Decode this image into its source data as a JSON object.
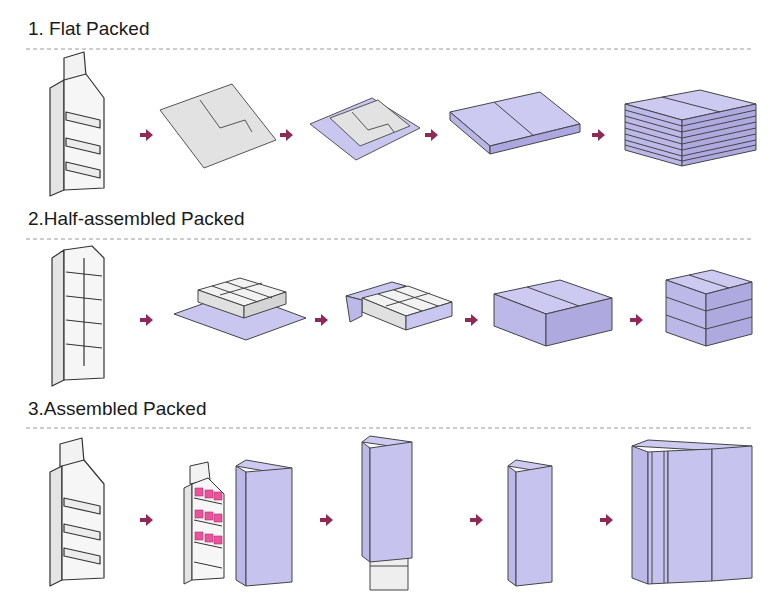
{
  "diagram": {
    "labels": [
      "1. Flat Packed",
      "2.Half-assembled Packed",
      "3.Assembled Packed"
    ]
  }
}
